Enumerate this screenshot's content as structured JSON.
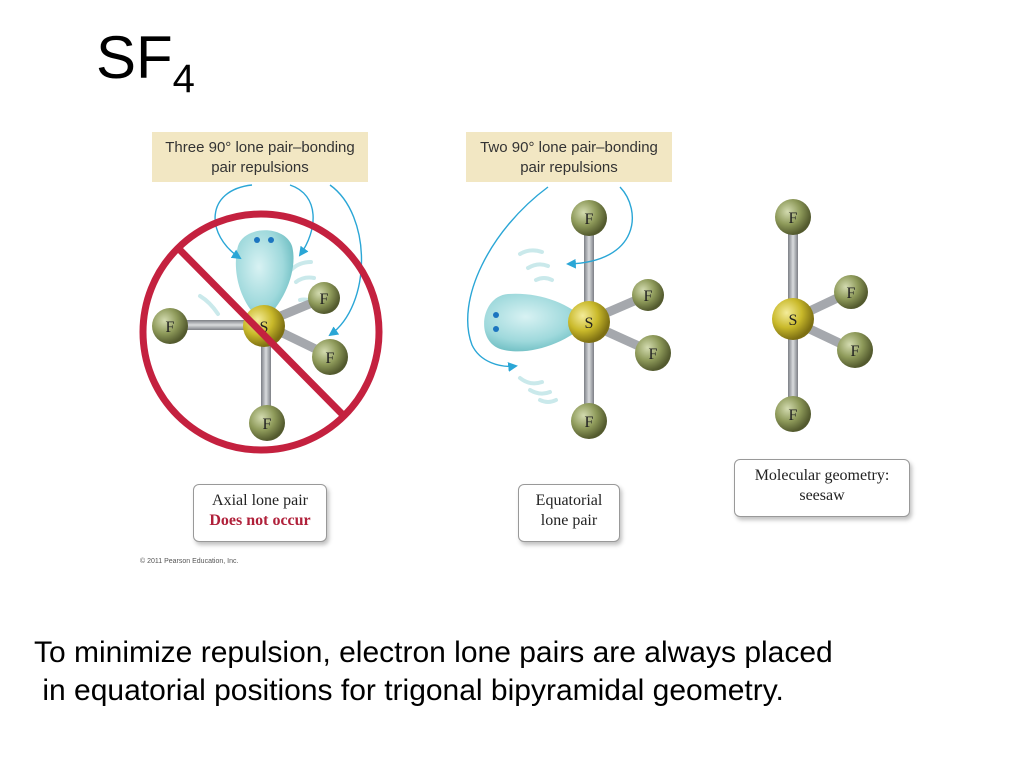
{
  "slide": {
    "title_main": "SF",
    "title_sub": "4",
    "caption_line1": "To minimize repulsion, electron lone pairs are always placed",
    "caption_line2": " in equatorial positions for trigonal bipyramidal geometry.",
    "copyright": "© 2011 Pearson Education, Inc."
  },
  "panels": {
    "axial": {
      "header_line1": "Three 90° lone pair–bonding",
      "header_line2": "pair repulsions",
      "card_line1": "Axial lone pair",
      "card_line2": "Does not occur"
    },
    "equatorial": {
      "header_line1": "Two 90° lone pair–bonding",
      "header_line2": "pair repulsions",
      "card_line1": "Equatorial",
      "card_line2": "lone pair"
    },
    "geometry": {
      "card_line1": "Molecular geometry:",
      "card_line2": "seesaw"
    }
  },
  "atoms": {
    "sulfur": "S",
    "fluorine": "F"
  },
  "colors": {
    "prohibition_red": "#c4213f",
    "lone_pair_cyan": "#9fd9dc",
    "sulfur_yellow": "#c9b92a",
    "fluorine_green": "#8e9a5a",
    "arrow_blue": "#2aa6d6",
    "label_background": "#f2e7c3"
  }
}
